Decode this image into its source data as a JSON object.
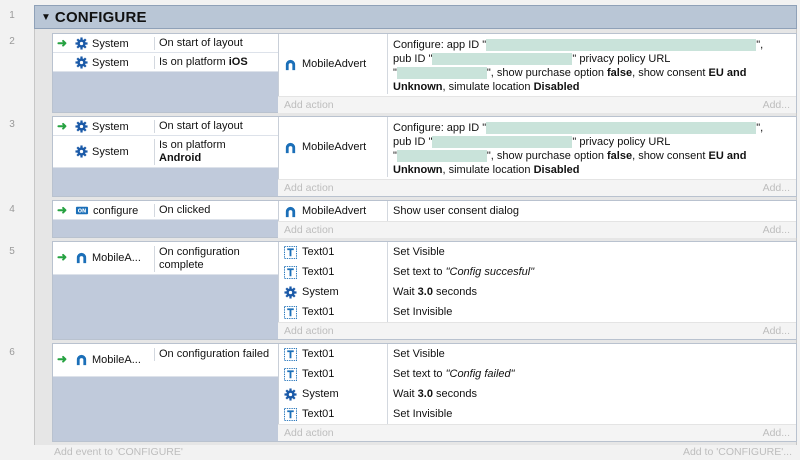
{
  "line_numbers": [
    "1",
    "2",
    "3",
    "4",
    "5",
    "6"
  ],
  "group": {
    "title": "CONFIGURE"
  },
  "events": [
    {
      "conditions": [
        {
          "object": "System",
          "text": "On start of layout"
        },
        {
          "object": "System",
          "text_prefix": "Is on platform ",
          "text_bold": "iOS"
        }
      ],
      "actions": [
        {
          "object": "MobileAdvert",
          "t1": "Configure: app ID \"",
          "t2": "\",",
          "t3": "pub ID \"",
          "t4": "\" privacy policy URL",
          "t5": "\"",
          "t6": "\", show purchase option ",
          "b1": "false",
          "t7": ", show consent ",
          "b2": "EU and",
          "b3": "Unknown",
          "t8": ", simulate location ",
          "b4": "Disabled"
        }
      ],
      "add_action": "Add action",
      "add_more": "Add..."
    },
    {
      "conditions": [
        {
          "object": "System",
          "text": "On start of layout"
        },
        {
          "object": "System",
          "text_prefix": "Is on platform",
          "text_bold": "Android"
        }
      ],
      "actions": [
        {
          "object": "MobileAdvert",
          "t1": "Configure: app ID \"",
          "t2": "\",",
          "t3": "pub ID \"",
          "t4": "\" privacy policy URL",
          "t5": "\"",
          "t6": "\", show purchase option ",
          "b1": "false",
          "t7": ", show consent ",
          "b2": "EU and",
          "b3": "Unknown",
          "t8": ", simulate location ",
          "b4": "Disabled"
        }
      ],
      "add_action": "Add action",
      "add_more": "Add..."
    },
    {
      "conditions": [
        {
          "object": "configure",
          "badge": "ON",
          "text": "On clicked"
        }
      ],
      "actions": [
        {
          "object": "MobileAdvert",
          "text": "Show user consent dialog"
        }
      ],
      "add_action": "Add action",
      "add_more": "Add..."
    },
    {
      "conditions": [
        {
          "object": "MobileA...",
          "text": "On configuration complete"
        }
      ],
      "actions": [
        {
          "object": "Text01",
          "text": "Set Visible"
        },
        {
          "object": "Text01",
          "text": "Set text to ",
          "italic": "\"Config succesful\""
        },
        {
          "object": "System",
          "text": "Wait ",
          "bold": "3.0",
          "suffix": " seconds"
        },
        {
          "object": "Text01",
          "text": "Set Invisible"
        }
      ],
      "add_action": "Add action",
      "add_more": "Add..."
    },
    {
      "conditions": [
        {
          "object": "MobileA...",
          "text": "On configuration failed"
        }
      ],
      "actions": [
        {
          "object": "Text01",
          "text": "Set Visible"
        },
        {
          "object": "Text01",
          "text": "Set text to ",
          "italic": "\"Config failed\""
        },
        {
          "object": "System",
          "text": "Wait ",
          "bold": "3.0",
          "suffix": " seconds"
        },
        {
          "object": "Text01",
          "text": "Set Invisible"
        }
      ],
      "add_action": "Add action",
      "add_more": "Add..."
    }
  ],
  "footer": {
    "add_event": "Add event to 'CONFIGURE'",
    "add_to": "Add to 'CONFIGURE'..."
  },
  "colors": {
    "group_header": "#b9c6d6",
    "condition_column": "#c0cadb",
    "trigger_arrow": "#26a241",
    "gear_icon": "#1b5aa8",
    "mobileadvert_icon": "#1b6fb8",
    "redaction": "#c9e3da"
  },
  "icons": {
    "system": "gear-icon",
    "mobileadvert": "mobileadvert-icon",
    "text": "text-object-icon",
    "button": "button-object-icon",
    "trigger": "trigger-arrow-icon"
  }
}
